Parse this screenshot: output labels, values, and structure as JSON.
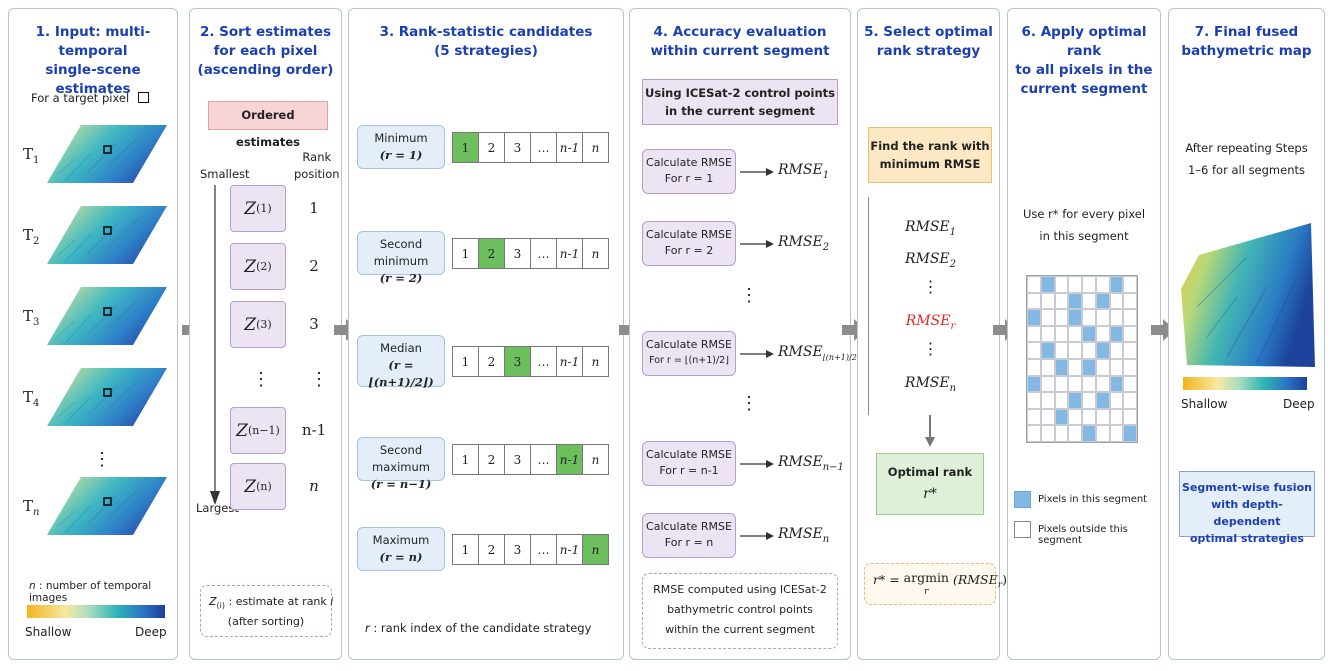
{
  "panels": [
    {
      "title_l1": "1. Input: multi-temporal",
      "title_l2": "single-scene estimates"
    },
    {
      "title_l1": "2. Sort estimates",
      "title_l2": "for each pixel",
      "title_l3": "(ascending order)"
    },
    {
      "title_l1": "3. Rank-statistic candidates",
      "title_l2": "(5 strategies)"
    },
    {
      "title_l1": "4. Accuracy evaluation",
      "title_l2": "within current segment"
    },
    {
      "title_l1": "5. Select optimal",
      "title_l2": "rank strategy"
    },
    {
      "title_l1": "6. Apply optimal rank",
      "title_l2": "to all pixels in the",
      "title_l3": "current segment"
    },
    {
      "title_l1": "7. Final fused",
      "title_l2": "bathymetric map"
    }
  ],
  "p1": {
    "target_text": "For a target pixel",
    "times": [
      {
        "base": "T",
        "sub": "1"
      },
      {
        "base": "T",
        "sub": "2"
      },
      {
        "base": "T",
        "sub": "3"
      },
      {
        "base": "T",
        "sub": "4"
      },
      {
        "base": "T",
        "sub": "n"
      }
    ],
    "vdots": "⋮",
    "note_n": "n",
    "note_rest": " : number of temporal images",
    "legend_shallow": "Shallow",
    "legend_deep": "Deep",
    "colors": {
      "shallow": "#f4b41e",
      "mid": "#2fb5b4",
      "deep": "#1c3f9c"
    }
  },
  "p2": {
    "ordered_label": "Ordered estimates",
    "smallest": "Smallest",
    "largest": "Largest",
    "rank_h1": "Rank",
    "rank_h2": "position",
    "items": [
      {
        "sub": "(1)",
        "rank": "1"
      },
      {
        "sub": "(2)",
        "rank": "2"
      },
      {
        "sub": "(3)",
        "rank": "3"
      },
      {
        "sub": "(n−1)",
        "rank": "n-1"
      },
      {
        "sub": "(n)",
        "rank": "n"
      }
    ],
    "vdots": "⋮",
    "note_sub": "(i)",
    "note_l1": " : estimate at rank ",
    "note_i": "i",
    "note_l2": "(after sorting)"
  },
  "p3": {
    "strategies": [
      {
        "name": "Minimum",
        "formula": "(r = 1)",
        "selected": 0
      },
      {
        "name": "Second minimum",
        "formula": "(r = 2)",
        "selected": 1
      },
      {
        "name": "Median",
        "formula": "(r = ⌊(n+1)/2⌋)",
        "selected": 2
      },
      {
        "name": "Second maximum",
        "formula": "(r = n−1)",
        "selected": 4
      },
      {
        "name": "Maximum",
        "formula": "(r = n)",
        "selected": 5
      }
    ],
    "cells": [
      "1",
      "2",
      "3",
      "…",
      "n-1",
      "n"
    ],
    "note_r": "r",
    "note_rest": " : rank index of the candidate strategy"
  },
  "p4": {
    "head_l1": "Using ICESat-2 control points",
    "head_l2": "in the current segment",
    "calc_title": "Calculate RMSE",
    "calcs": [
      {
        "for": "For r = 1",
        "rmse_sub": "1"
      },
      {
        "for": "For r = 2",
        "rmse_sub": "2"
      },
      {
        "for": "For r = ⌊(n+1)/2⌋",
        "rmse_sub": "⌊(n+1)/2⌋"
      },
      {
        "for": "For r = n-1",
        "rmse_sub": "n−1"
      },
      {
        "for": "For r = n",
        "rmse_sub": "n"
      }
    ],
    "rmse_base": "RMSE",
    "vdots": "⋮",
    "note_l1": "RMSE computed using ICESat-2",
    "note_l2": "bathymetric control points",
    "note_l3": "within the current segment"
  },
  "p5": {
    "find_l1": "Find the rank with",
    "find_l2": "minimum RMSE",
    "list": [
      {
        "sub": "1",
        "highlight": false
      },
      {
        "sub": "2",
        "highlight": false
      },
      {
        "sub": "r",
        "highlight": true
      },
      {
        "sub": "n",
        "highlight": false
      }
    ],
    "rmse_base": "RMSE",
    "vdots": "⋮",
    "opt_l1": "Optimal rank",
    "opt_l2": "r*",
    "formula_left": "r* = ",
    "formula_argmin": "argmin",
    "formula_under": "r",
    "formula_right": " (RMSE",
    "formula_sub": "r",
    "formula_close": ")",
    "highlight_color": "#e0281e"
  },
  "p6": {
    "use_l1": "Use r* for every pixel",
    "use_l2": "in this segment",
    "legend_in": "Pixels in this segment",
    "legend_out": "Pixels outside this segment"
  },
  "p7": {
    "after_l1": "After repeating Steps",
    "after_l2": "1–6 for all segments",
    "legend_shallow": "Shallow",
    "legend_deep": "Deep",
    "box_l1": "Segment-wise fusion",
    "box_l2": "with depth-dependent",
    "box_l3": "optimal strategies"
  }
}
